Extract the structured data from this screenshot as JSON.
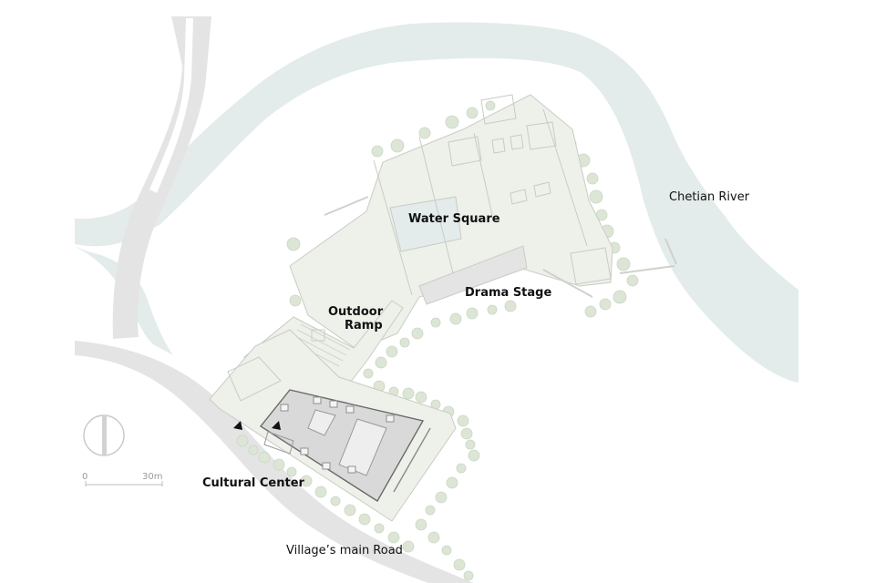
{
  "labels": {
    "water_square": "Water Square",
    "chetian_river": "Chetian River",
    "drama_stage": "Drama Stage",
    "outdoor_ramp_1": "Outdoor",
    "outdoor_ramp_2": "Ramp",
    "cultural_center": "Cultural Center",
    "main_road": "Village’s main Road"
  },
  "scale_bar": {
    "start": "0",
    "end": "30m"
  },
  "colors": {
    "river": "#e3ebeb",
    "site": "#eef0ea",
    "site_line": "#c9ccc4",
    "road": "#e4e4e4",
    "tree": "#dde6d6",
    "tree_line": "#c9d6c1",
    "building_roof": "#d9d9d9",
    "text": "#111111"
  }
}
